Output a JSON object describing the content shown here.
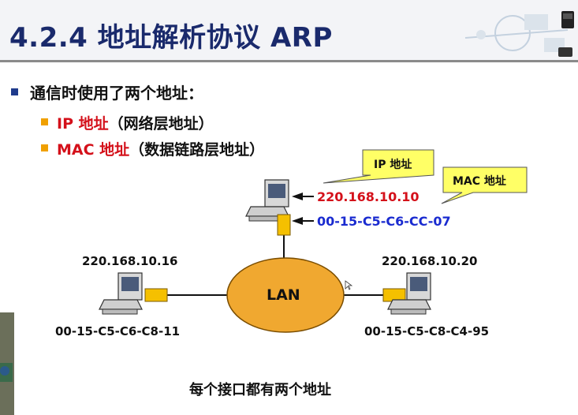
{
  "title": "4.2.4  地址解析协议 ARP",
  "bullets": {
    "main": "通信时使用了两个地址：",
    "items": [
      {
        "red": "IP 地址",
        "black": "（网络层地址）"
      },
      {
        "red": "MAC 地址",
        "black": "（数据链路层地址）"
      }
    ]
  },
  "callouts": {
    "ip": "IP 地址",
    "mac": "MAC 地址"
  },
  "hosts": {
    "top": {
      "ip": "220.168.10.10",
      "mac": "00-15-C5-C6-CC-07"
    },
    "left": {
      "ip": "220.168.10.16",
      "mac": "00-15-C5-C6-C8-11"
    },
    "right": {
      "ip": "220.168.10.20",
      "mac": "00-15-C5-C8-C4-95"
    }
  },
  "lan_label": "LAN",
  "caption": "每个接口都有两个地址",
  "colors": {
    "title": "#1a2a6c",
    "ip_red": "#d4101a",
    "mac_blue": "#1a2bd0",
    "lan_fill": "#f0a830",
    "callout_fill": "#ffff66",
    "interface": "#f5c000"
  }
}
